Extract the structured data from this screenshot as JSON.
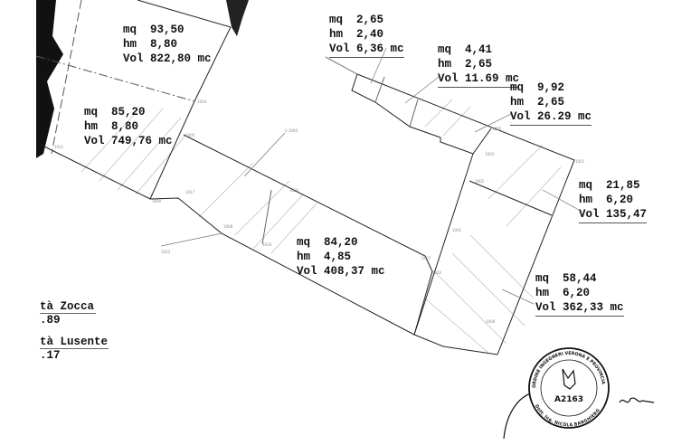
{
  "parcels": [
    {
      "mq": "mq  93,50",
      "hm": "hm  8,80",
      "vol": "Vol 822,80 mc"
    },
    {
      "mq": "mq  85,20",
      "hm": "hm  8,80",
      "vol": "Vol 749,76 mc"
    },
    {
      "mq": "mq  2,65",
      "hm": "hm  2,40",
      "vol": "Vol 6,36 mc"
    },
    {
      "mq": "mq  4,41",
      "hm": "hm  2,65",
      "vol": "Vol 11.69 mc"
    },
    {
      "mq": "mq  9,92",
      "hm": "hm  2,65",
      "vol": "Vol 26.29 mc"
    },
    {
      "mq": "mq  21,85",
      "hm": "hm  6,20",
      "vol": "Vol 135,47"
    },
    {
      "mq": "mq  84,20",
      "hm": "hm  4,85",
      "vol": "Vol 408,37 mc"
    },
    {
      "mq": "mq  58,44",
      "hm": "hm  6,20",
      "vol": "Vol 362,33 mc"
    }
  ],
  "places": [
    {
      "name": "tà Zocca",
      "value": ".89"
    },
    {
      "name": "tà Lusente",
      "value": ".17"
    }
  ],
  "stamp": {
    "top_text": "ORDINE INGEGNERI VERONA E PROVINCIA",
    "number": "A2163",
    "bottom_text": "Dott. Ing. NICOLA BANGHIERO"
  }
}
